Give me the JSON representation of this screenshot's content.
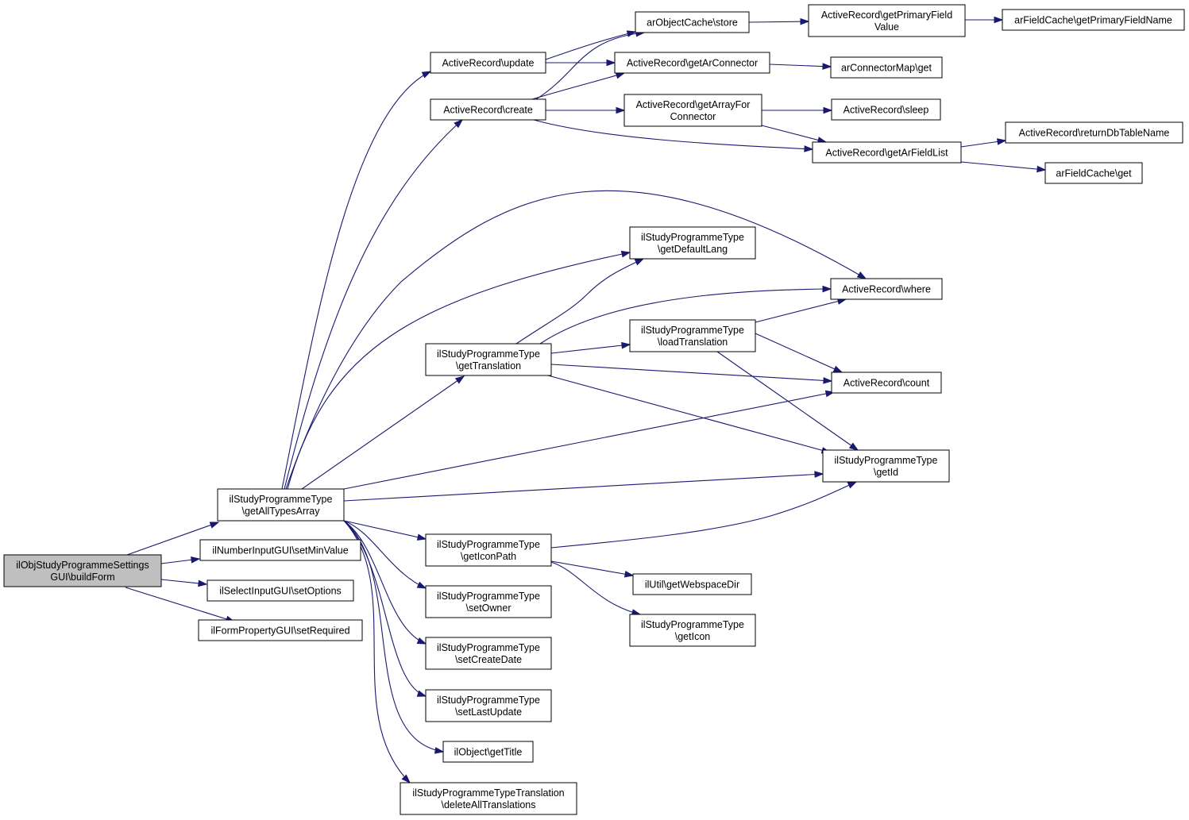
{
  "colors": {
    "edge": "#191970",
    "node_fill": "#ffffff",
    "root_fill": "#bfbfbf",
    "node_stroke": "#000000"
  },
  "nodes": {
    "root": [
      "ilObjStudyProgrammeSettings",
      "GUI\\buildForm"
    ],
    "getAllTypesArray": [
      "ilStudyProgrammeType",
      "\\getAllTypesArray"
    ],
    "setMinValue": [
      "ilNumberInputGUI\\setMinValue"
    ],
    "setOptions": [
      "ilSelectInputGUI\\setOptions"
    ],
    "setRequired": [
      "ilFormPropertyGUI\\setRequired"
    ],
    "update": [
      "ActiveRecord\\update"
    ],
    "create": [
      "ActiveRecord\\create"
    ],
    "store": [
      "arObjectCache\\store"
    ],
    "getArConnector": [
      "ActiveRecord\\getArConnector"
    ],
    "getArrayForConnector": [
      "ActiveRecord\\getArrayFor",
      "Connector"
    ],
    "getPrimaryFieldValue": [
      "ActiveRecord\\getPrimaryField",
      "Value"
    ],
    "getPrimaryFieldName": [
      "arFieldCache\\getPrimaryFieldName"
    ],
    "arConnectorMapGet": [
      "arConnectorMap\\get"
    ],
    "sleep": [
      "ActiveRecord\\sleep"
    ],
    "getArFieldList": [
      "ActiveRecord\\getArFieldList"
    ],
    "returnDbTableName": [
      "ActiveRecord\\returnDbTableName"
    ],
    "arFieldCacheGet": [
      "arFieldCache\\get"
    ],
    "getDefaultLang": [
      "ilStudyProgrammeType",
      "\\getDefaultLang"
    ],
    "where": [
      "ActiveRecord\\where"
    ],
    "getTranslation": [
      "ilStudyProgrammeType",
      "\\getTranslation"
    ],
    "loadTranslation": [
      "ilStudyProgrammeType",
      "\\loadTranslation"
    ],
    "count": [
      "ActiveRecord\\count"
    ],
    "getId": [
      "ilStudyProgrammeType",
      "\\getId"
    ],
    "getIconPath": [
      "ilStudyProgrammeType",
      "\\getIconPath"
    ],
    "getWebspaceDir": [
      "ilUtil\\getWebspaceDir"
    ],
    "getIcon": [
      "ilStudyProgrammeType",
      "\\getIcon"
    ],
    "setOwner": [
      "ilStudyProgrammeType",
      "\\setOwner"
    ],
    "setCreateDate": [
      "ilStudyProgrammeType",
      "\\setCreateDate"
    ],
    "setLastUpdate": [
      "ilStudyProgrammeType",
      "\\setLastUpdate"
    ],
    "getTitle": [
      "ilObject\\getTitle"
    ],
    "deleteAllTranslations": [
      "ilStudyProgrammeTypeTranslation",
      "\\deleteAllTranslations"
    ]
  }
}
